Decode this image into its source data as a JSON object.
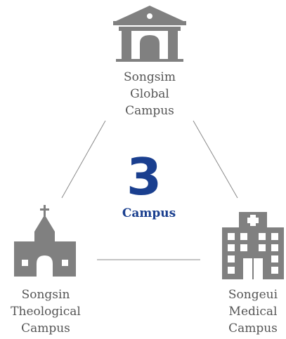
{
  "center": {
    "count": "3",
    "label": "Campus"
  },
  "campuses": [
    {
      "name_lines": [
        "Songsim",
        "Global",
        "Campus"
      ],
      "icon": "museum-building-icon"
    },
    {
      "name_lines": [
        "Songsin",
        "Theological",
        "Campus"
      ],
      "icon": "church-icon"
    },
    {
      "name_lines": [
        "Songeui",
        "Medical",
        "Campus"
      ],
      "icon": "hospital-building-icon"
    }
  ],
  "colors": {
    "accent": "#1a3f8f",
    "icon": "#808080",
    "text": "#555555",
    "line": "#8a8a8a"
  }
}
